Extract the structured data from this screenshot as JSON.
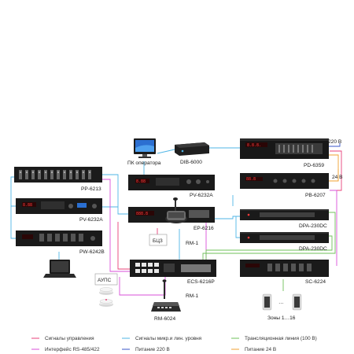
{
  "colors": {
    "control": "#e8417a",
    "mic_line": "#4fb5e6",
    "broadcast": "#6fc05a",
    "rs485": "#d94fd9",
    "power220": "#3a55c8",
    "power24": "#f0a030"
  },
  "devices": {
    "pc_operator": "ПК оператора",
    "dib": "DIB-6000",
    "pd": "PD-6359",
    "pb": "PB-6207",
    "pp": "PP-6213",
    "pv_top": "PV-6232A",
    "pv_left": "PV-6232A",
    "ep": "EP-6216",
    "dpa1": "DPA-230DC",
    "dpa2": "DPA-230DC",
    "pw": "PW-6242B",
    "ecs": "ECS-6216P",
    "sc": "SC-6224",
    "rm": "RM-6024",
    "zones": "Зоны 1…16"
  },
  "labels": {
    "v220": "220 В",
    "v24": "24 В",
    "bcz": "БЦЗ",
    "aups": "АУПС",
    "rm1_a": "RM-1",
    "rm1_b": "RM-1",
    "dots": "…"
  },
  "legend": [
    {
      "label": "Сигналы управления",
      "color": "#e8417a"
    },
    {
      "label": "Сигналы микр.и лин. уровня",
      "color": "#4fb5e6"
    },
    {
      "label": "Трансляционная линия (100 В)",
      "color": "#6fc05a"
    },
    {
      "label": "Интерфейс RS-485/422",
      "color": "#d94fd9"
    },
    {
      "label": "Питание 220 В",
      "color": "#3a55c8"
    },
    {
      "label": "Питание 24 В",
      "color": "#f0a030"
    }
  ]
}
